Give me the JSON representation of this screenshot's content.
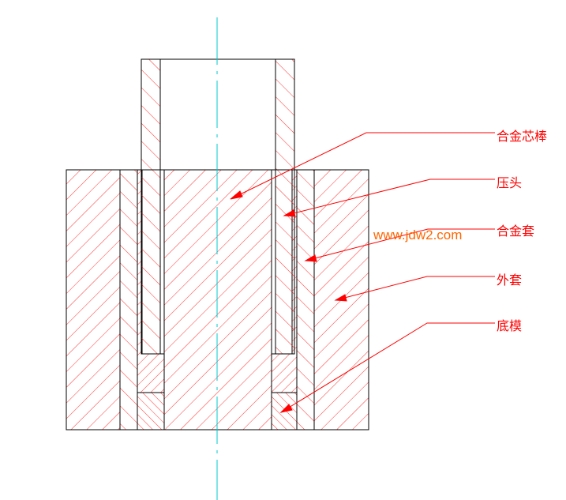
{
  "labels": {
    "core_rod": "合金芯棒",
    "press_head": "压头",
    "alloy_sleeve": "合金套",
    "outer_sleeve": "外套",
    "bottom_die": "底模"
  },
  "watermark": "www.jdw2.com",
  "colors": {
    "outline": "#000000",
    "hatch": "#ff0000",
    "leader": "#ff0000",
    "centerline": "#00c8d2",
    "label": "#ff0000",
    "watermark": "#ff6600",
    "background": "#ffffff"
  }
}
